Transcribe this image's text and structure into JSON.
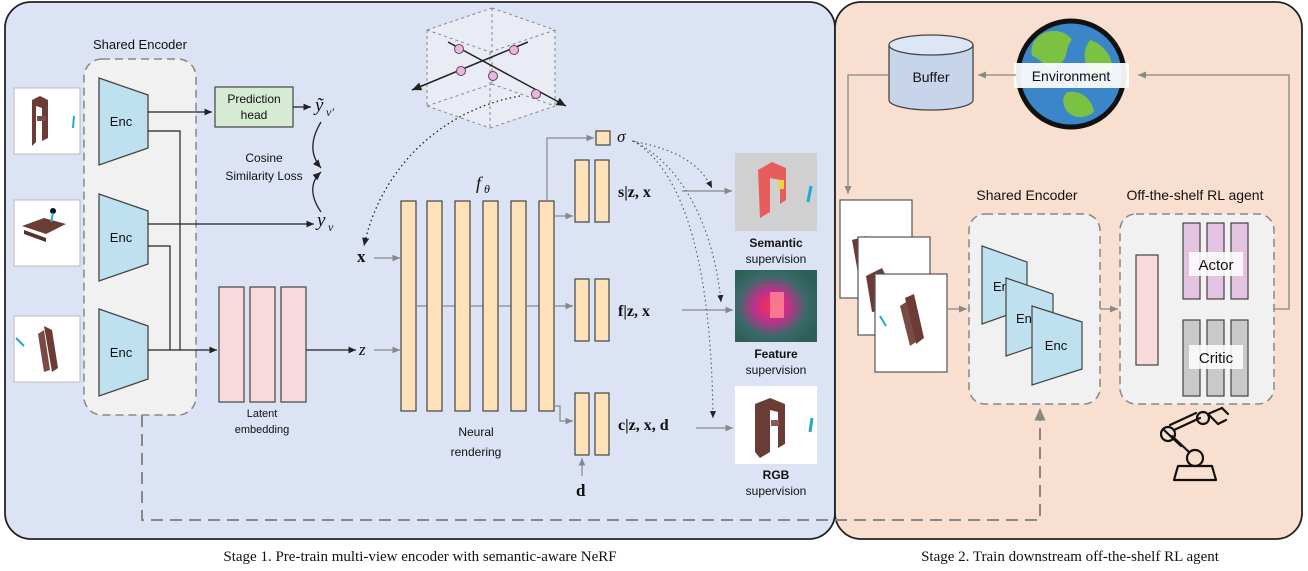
{
  "stage1": {
    "caption": "Stage 1. Pre-train multi-view encoder with semantic-aware NeRF",
    "shared_encoder_label": "Shared Encoder",
    "enc_label": "Enc",
    "prediction_head_line1": "Prediction",
    "prediction_head_line2": "head",
    "y_tilde": "ỹ",
    "y_tilde_sub": "v′",
    "y": "y",
    "y_sub": "v",
    "loss_line1": "Cosine",
    "loss_line2": "Similarity Loss",
    "latent_line1": "Latent",
    "latent_line2": "embedding",
    "x_symbol": "x",
    "z_symbol": "z",
    "d_symbol": "d",
    "f_theta": "f",
    "f_theta_sub": "θ",
    "sigma": "σ",
    "neural_line1": "Neural",
    "neural_line2": "rendering",
    "head_s": "s|z, x",
    "head_f": "f|z, x",
    "head_c": "c|z, x, d",
    "semantic_bold": "Semantic",
    "feature_bold": "Feature",
    "rgb_bold": "RGB",
    "supervision": "supervision"
  },
  "stage2": {
    "caption": "Stage 2. Train downstream off-the-shelf RL agent",
    "buffer_label": "Buffer",
    "environment_label": "Environment",
    "shared_encoder_label": "Shared Encoder",
    "rl_agent_label": "Off-the-shelf RL agent",
    "enc_label": "Enc",
    "enc_partial": "En",
    "actor_label": "Actor",
    "critic_label": "Critic"
  },
  "colors": {
    "stage1_bg": "#dbe3f4",
    "stage2_bg": "#f9dfcf",
    "encoder_fill": "#bfe0ee",
    "prediction_head_fill": "#d5ecd2",
    "latent_fill": "#f8d9dc",
    "rendering_fill": "#fde1b8",
    "actor_fill": "#e3c2e2",
    "critic_fill": "#c9c9c9"
  }
}
